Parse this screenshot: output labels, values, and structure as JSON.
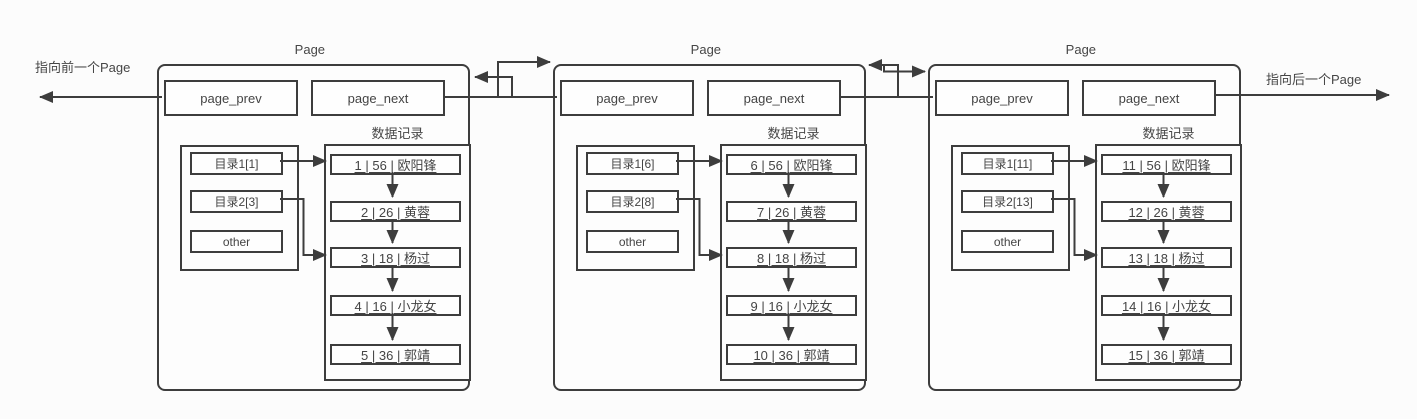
{
  "diagram": {
    "left_arrow_label": "指向前一个Page",
    "right_arrow_label": "指向后一个Page",
    "pages": [
      {
        "title": "Page",
        "page_prev_label": "page_prev",
        "page_next_label": "page_next",
        "records_title": "数据记录",
        "directory": [
          "目录1[1]",
          "目录2[3]",
          "other"
        ],
        "records": [
          "1 | 56 | 欧阳锋",
          "2 | 26 | 黄蓉",
          "3 | 18 | 杨过",
          "4 | 16 | 小龙女",
          "5 | 36 | 郭靖"
        ]
      },
      {
        "title": "Page",
        "page_prev_label": "page_prev",
        "page_next_label": "page_next",
        "records_title": "数据记录",
        "directory": [
          "目录1[6]",
          "目录2[8]",
          "other"
        ],
        "records": [
          "6 | 56 | 欧阳锋",
          "7 | 26 | 黄蓉",
          "8 | 18 | 杨过",
          "9 | 16 | 小龙女",
          "10 | 36 | 郭靖"
        ]
      },
      {
        "title": "Page",
        "page_prev_label": "page_prev",
        "page_next_label": "page_next",
        "records_title": "数据记录",
        "directory": [
          "目录1[11]",
          "目录2[13]",
          "other"
        ],
        "records": [
          "11 | 56 | 欧阳锋",
          "12 | 26 | 黄蓉",
          "13 | 18 | 杨过",
          "14 | 16 | 小龙女",
          "15 | 36 | 郭靖"
        ]
      }
    ],
    "colors": {
      "line": "#3d3d3d",
      "text": "#404040",
      "background": "#fcfcfc"
    }
  }
}
